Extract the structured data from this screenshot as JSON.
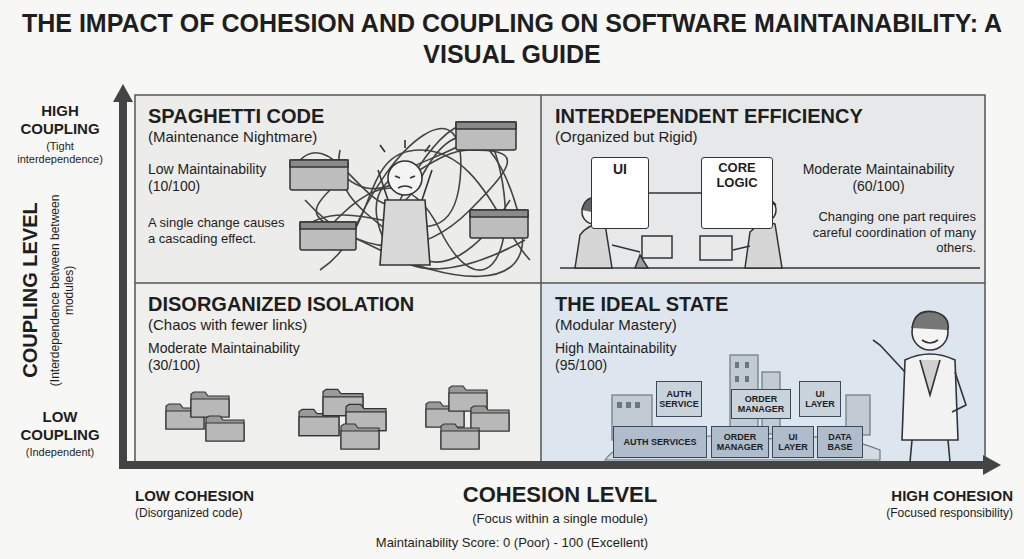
{
  "diagram": {
    "title": "THE IMPACT OF COHESION AND COUPLING ON SOFTWARE MAINTAINABILITY: A VISUAL GUIDE",
    "caption": "Maintainability Score: 0 (Poor) - 100 (Excellent)",
    "nodes": [
      {
        "text": [
          "SPAGHETTI CODE",
          "(Maintenance Nightmare)",
          "Low Maintainability (10/100)",
          "A single change causes a cascading effect."
        ]
      },
      {
        "text": [
          "INTERDEPENDENT EFFICIENCY",
          "(Organized but Rigid)",
          "Moderate Maintainability (60/100)",
          "Changing one part requires careful coordination of many others."
        ]
      },
      {
        "text": [
          "UI"
        ],
        "in": 1
      },
      {
        "text": [
          "CORE LOGIC"
        ],
        "in": 1
      },
      {
        "text": [
          "DISORGANIZED ISOLATION",
          "(Chaos with fewer links)",
          "Moderate Maintainability (30/100)"
        ]
      },
      {
        "text": [
          "THE IDEAL STATE",
          "(Modular Mastery)",
          "High Maintainability (95/100)"
        ]
      },
      {
        "text": [
          "AUTH SERVICE"
        ],
        "in": 5
      },
      {
        "text": [
          "ORDER MANAGER"
        ],
        "in": 5
      },
      {
        "text": [
          "UI LAYER"
        ],
        "in": 5
      },
      {
        "text": [
          "AUTH SERVICES"
        ],
        "in": 5
      },
      {
        "text": [
          "ORDER MANAGER"
        ],
        "in": 5
      },
      {
        "text": [
          "UI LAYER"
        ],
        "in": 5
      },
      {
        "text": [
          "DATA BASE"
        ],
        "in": 5
      }
    ],
    "edges": [
      {
        "from": 2,
        "to": 3,
        "arrow": "none"
      }
    ],
    "labels": [
      "HIGH COUPLING",
      "(Tight interdependence)",
      "COUPLING LEVEL",
      "(Interdependence between between modules)",
      "LOW COUPLING",
      "(Independent)",
      "LOW COHESION",
      "(Disorganized code)",
      "COHESION LEVEL",
      "(Focus within a single module)",
      "HIGH COHESION",
      "(Focused responsibility)"
    ]
  }
}
